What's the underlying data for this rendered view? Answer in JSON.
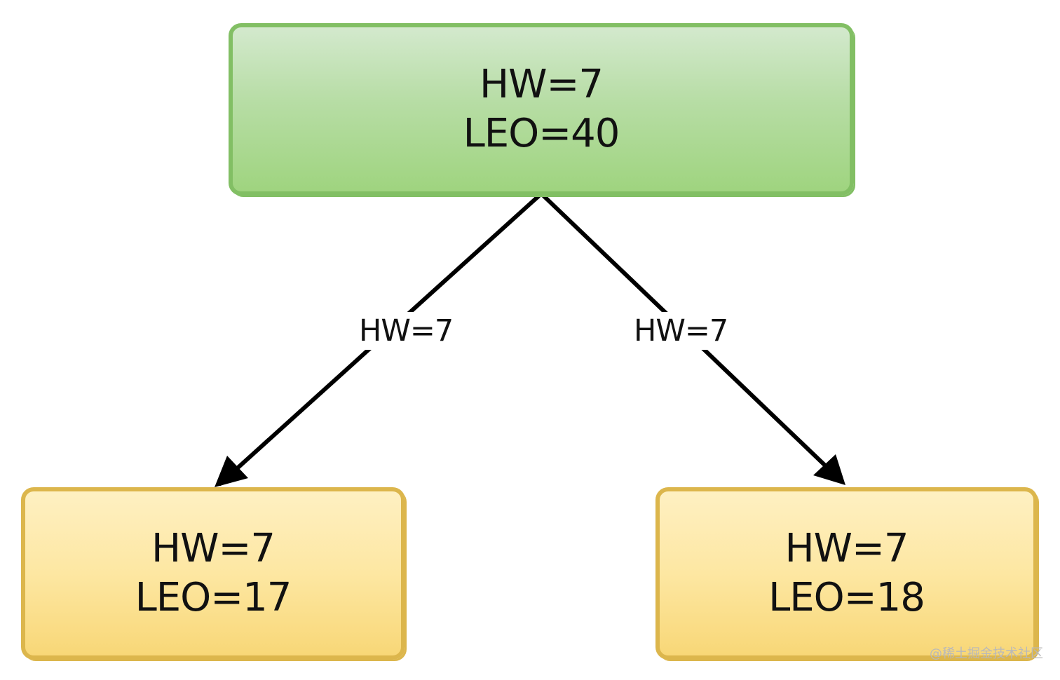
{
  "colors": {
    "leader_fill": "#a6d68a",
    "leader_border": "#82bf64",
    "follower_fill": "#fde49a",
    "follower_border": "#dcb64c",
    "edge_color": "#000000"
  },
  "leader": {
    "hw": "HW=7",
    "leo": "LEO=40"
  },
  "followers": [
    {
      "hw": "HW=7",
      "leo": "LEO=17"
    },
    {
      "hw": "HW=7",
      "leo": "LEO=18"
    }
  ],
  "edges": [
    {
      "label": "HW=7"
    },
    {
      "label": "HW=7"
    }
  ],
  "watermark": "@稀土掘金技术社区"
}
